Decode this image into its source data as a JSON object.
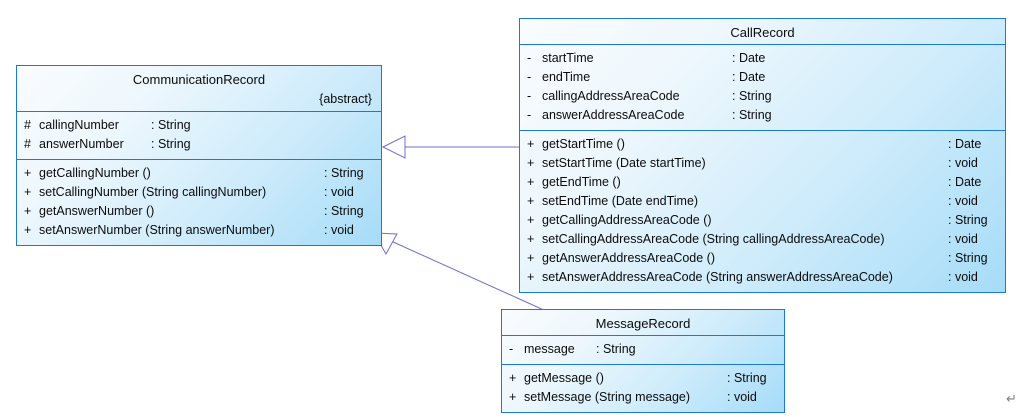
{
  "diagram": {
    "type": "uml-class-diagram",
    "background": "#ffffff",
    "border_color": "#1c7ad0",
    "fill_from": "#f9fcfe",
    "fill_to": "#a6dcf8",
    "connector_color": "#6f6fd0",
    "return_mark": "↵"
  },
  "classes": {
    "communication_record": {
      "name": "CommunicationRecord",
      "stereotype": "{abstract}",
      "attributes": [
        {
          "visibility": "#",
          "signature": "callingNumber",
          "type": ": String"
        },
        {
          "visibility": "#",
          "signature": "answerNumber",
          "type": ": String"
        }
      ],
      "operations": [
        {
          "visibility": "+",
          "signature": "getCallingNumber ()",
          "type": ": String"
        },
        {
          "visibility": "+",
          "signature": "setCallingNumber (String callingNumber)",
          "type": ": void"
        },
        {
          "visibility": "+",
          "signature": "getAnswerNumber ()",
          "type": ": String"
        },
        {
          "visibility": "+",
          "signature": "setAnswerNumber (String answerNumber)",
          "type": ": void"
        }
      ]
    },
    "call_record": {
      "name": "CallRecord",
      "stereotype": "",
      "attributes": [
        {
          "visibility": "-",
          "signature": "startTime",
          "type": ": Date"
        },
        {
          "visibility": "-",
          "signature": "endTime",
          "type": ": Date"
        },
        {
          "visibility": "-",
          "signature": "callingAddressAreaCode",
          "type": ": String"
        },
        {
          "visibility": "-",
          "signature": "answerAddressAreaCode",
          "type": ": String"
        }
      ],
      "operations": [
        {
          "visibility": "+",
          "signature": "getStartTime ()",
          "type": ": Date"
        },
        {
          "visibility": "+",
          "signature": "setStartTime (Date startTime)",
          "type": ": void"
        },
        {
          "visibility": "+",
          "signature": "getEndTime ()",
          "type": ": Date"
        },
        {
          "visibility": "+",
          "signature": "setEndTime (Date endTime)",
          "type": ": void"
        },
        {
          "visibility": "+",
          "signature": "getCallingAddressAreaCode ()",
          "type": ": String"
        },
        {
          "visibility": "+",
          "signature": "setCallingAddressAreaCode (String callingAddressAreaCode)",
          "type": ": void"
        },
        {
          "visibility": "+",
          "signature": "getAnswerAddressAreaCode ()",
          "type": ": String"
        },
        {
          "visibility": "+",
          "signature": "setAnswerAddressAreaCode (String answerAddressAreaCode)",
          "type": ": void"
        }
      ]
    },
    "message_record": {
      "name": "MessageRecord",
      "stereotype": "",
      "attributes": [
        {
          "visibility": "-",
          "signature": "message",
          "type": ": String"
        }
      ],
      "operations": [
        {
          "visibility": "+",
          "signature": "getMessage ()",
          "type": ": String"
        },
        {
          "visibility": "+",
          "signature": "setMessage (String message)",
          "type": ": void"
        }
      ]
    }
  },
  "relationships": [
    {
      "name": "generalization-callrecord-to-communicationrecord",
      "from": "CallRecord",
      "to": "CommunicationRecord",
      "kind": "generalization"
    },
    {
      "name": "generalization-messagerecord-to-communicationrecord",
      "from": "MessageRecord",
      "to": "CommunicationRecord",
      "kind": "generalization"
    }
  ]
}
